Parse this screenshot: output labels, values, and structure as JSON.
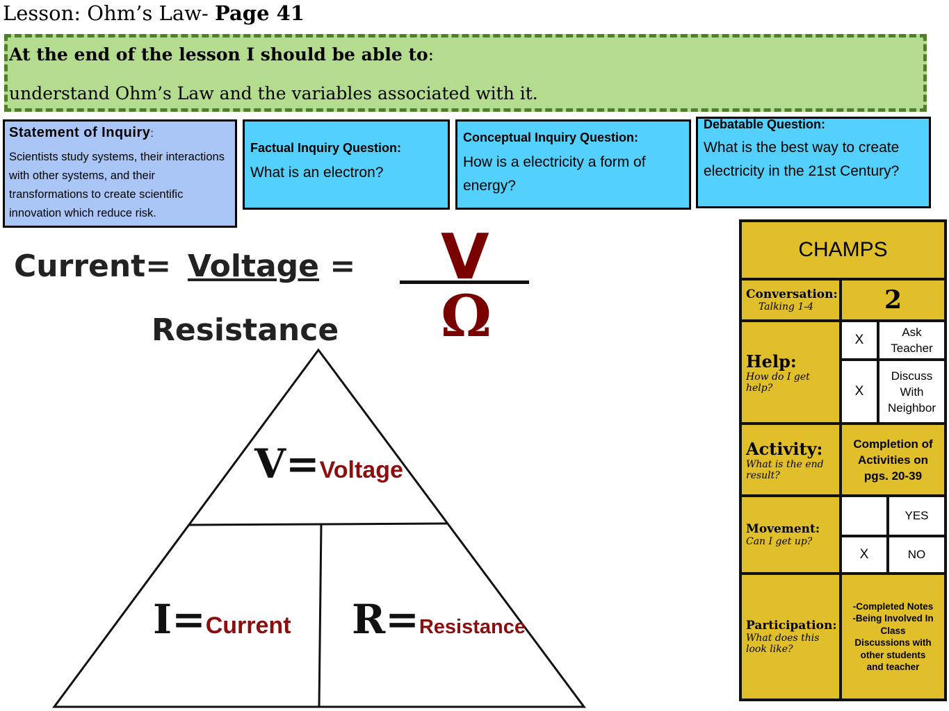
{
  "header": {
    "title_prefix": "Lesson: Ohm’s Law- ",
    "title_bold": "Page 41"
  },
  "objective": {
    "lead_bold": "At the end of the lesson I should be able to",
    "lead_colon": ":",
    "text": "understand Ohm’s Law and the variables associated with it."
  },
  "inquiry": {
    "statement": {
      "heading": "Statement of Inquiry",
      "heading_colon": ":",
      "text": "Scientists study systems, their interactions with other systems, and their transformations to create scientific innovation which reduce risk."
    },
    "factual": {
      "heading": "Factual  Inquiry Question:",
      "text": "What is an electron?"
    },
    "conceptual": {
      "heading": "Conceptual Inquiry Question:",
      "text": "How is a electricity a form of energy?"
    },
    "debatable": {
      "heading": "Debatable Question:",
      "text": "What is the best way to create electricity in the 21st Century?"
    }
  },
  "formula": {
    "current": "Current=",
    "voltage": "Voltage",
    "equals": "=",
    "resistance": "Resistance",
    "numerator": "V",
    "denominator": "Ω"
  },
  "triangle": {
    "v_symbol": "V=",
    "v_word": "Voltage",
    "i_symbol": "I=",
    "i_word": "Current",
    "r_symbol": "R=",
    "r_word": "Resistance"
  },
  "champs": {
    "title": "CHAMPS",
    "conversation": {
      "label": "Conversation:",
      "sub": "Talking 1-4",
      "value": "2"
    },
    "help": {
      "label": "Help:",
      "sub": "How do I get help?",
      "options": [
        {
          "mark": "X",
          "text": "Ask Teacher"
        },
        {
          "mark": "X",
          "text": "Discuss With Neighbor"
        }
      ]
    },
    "activity": {
      "label": "Activity:",
      "sub": "What is the end result?",
      "value": "Completion of Activities on pgs. 20-39"
    },
    "movement": {
      "label": "Movement:",
      "sub": "Can I get up?",
      "options": [
        {
          "mark": "",
          "text": "YES"
        },
        {
          "mark": "X",
          "text": "NO"
        }
      ]
    },
    "participation": {
      "label": "Participation:",
      "sub": "What does this look like?",
      "value": "-Completed Notes -Being Involved In Class Discussions with other students and teacher"
    }
  },
  "colors": {
    "objective_bg": "#b3dc8e",
    "statement_bg": "#a9c6f7",
    "question_bg": "#53d0fb",
    "champs_bg": "#e0bf2a",
    "accent_red": "#8b0f0f"
  }
}
